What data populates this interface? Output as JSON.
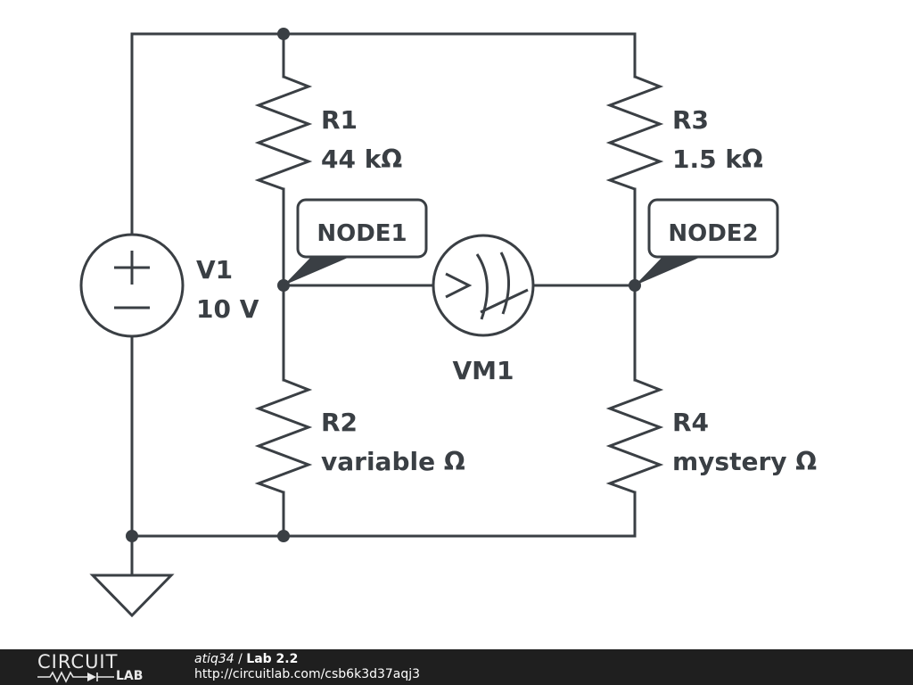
{
  "components": {
    "r1": {
      "name": "R1",
      "value": "44 kΩ"
    },
    "r2": {
      "name": "R2",
      "value": "variable Ω"
    },
    "r3": {
      "name": "R3",
      "value": "1.5 kΩ"
    },
    "r4": {
      "name": "R4",
      "value": "mystery Ω"
    },
    "v1": {
      "name": "V1",
      "value": "10 V"
    },
    "vm1": {
      "name": "VM1"
    }
  },
  "nodes": {
    "node1": "NODE1",
    "node2": "NODE2"
  },
  "footer": {
    "logo_top": "CIRCUIT",
    "logo_bottom": "LAB",
    "author": "atiq34",
    "separator": "/",
    "title": "Lab 2.2",
    "url": "http://circuitlab.com/csb6k3d37aqj3"
  }
}
